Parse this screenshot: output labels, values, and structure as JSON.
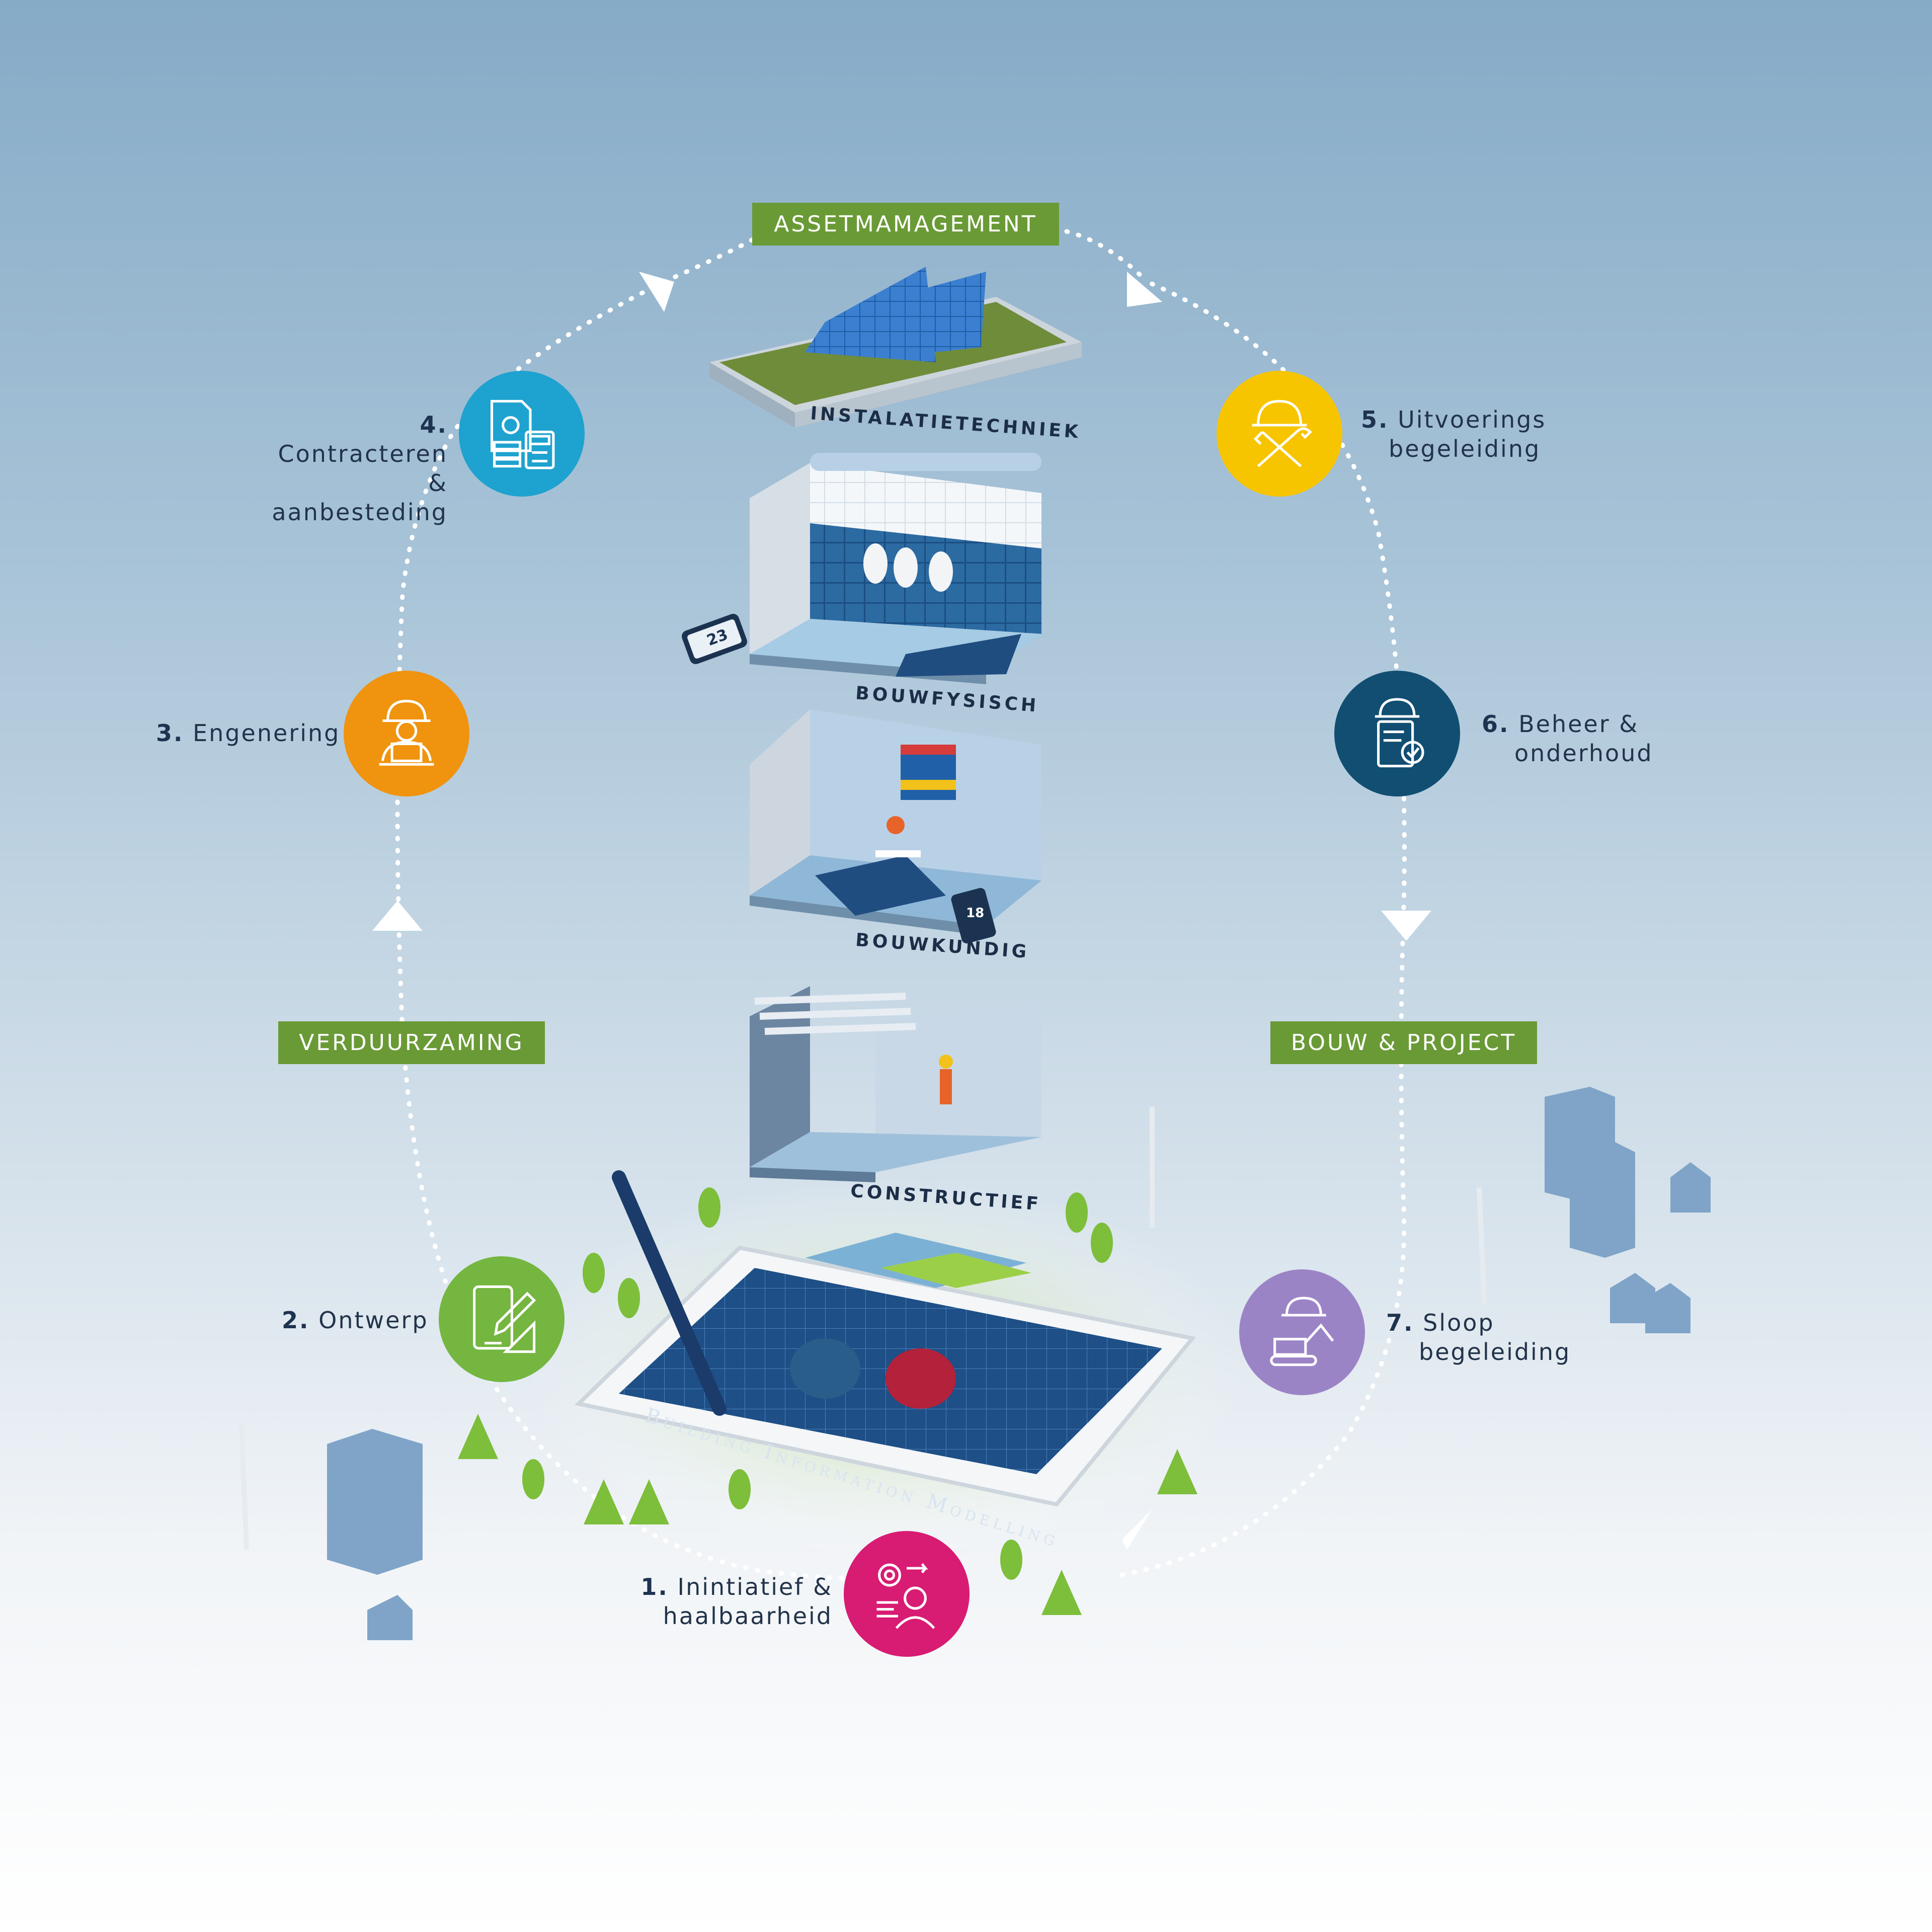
{
  "banners": {
    "top": "ASSETMAMAGEMENT",
    "left": "VERDUURZAMING",
    "right": "BOUW & PROJECT"
  },
  "layers": {
    "installatie": "INSTALATIETECHNIEK",
    "bouwfysisch": "BOUWFYSISCH",
    "bouwkundig": "BOUWKUNDIG",
    "constructief": "CONSTRUCTIEF"
  },
  "tablet_text": "Building Information Modelling",
  "steps": [
    {
      "num": "1.",
      "line1": "Inintiatief &",
      "line2": "haalbaarheid",
      "color": "#d81b73",
      "icon": "gear-person-icon"
    },
    {
      "num": "2.",
      "line1": "Ontwerp",
      "line2": "",
      "color": "#74b640",
      "icon": "tablet-ruler-pencil-icon"
    },
    {
      "num": "3.",
      "line1": "Engenering",
      "line2": "",
      "color": "#f0930f",
      "icon": "engineer-laptop-icon"
    },
    {
      "num": "4.",
      "line1": "Contracteren",
      "line2": "& aanbesteding",
      "color": "#1ea2cf",
      "icon": "contract-calculator-icon"
    },
    {
      "num": "5.",
      "line1": "Uitvoerings",
      "line2": "begeleiding",
      "color": "#f7c500",
      "icon": "helmet-tools-icon"
    },
    {
      "num": "6.",
      "line1": "Beheer &",
      "line2": "onderhoud",
      "color": "#114e72",
      "icon": "helmet-checklist-icon"
    },
    {
      "num": "7.",
      "line1": "Sloop",
      "line2": "begeleiding",
      "color": "#9b84c6",
      "icon": "helmet-excavator-icon"
    }
  ],
  "phone_readouts": {
    "upper": "23",
    "lower": "18"
  }
}
